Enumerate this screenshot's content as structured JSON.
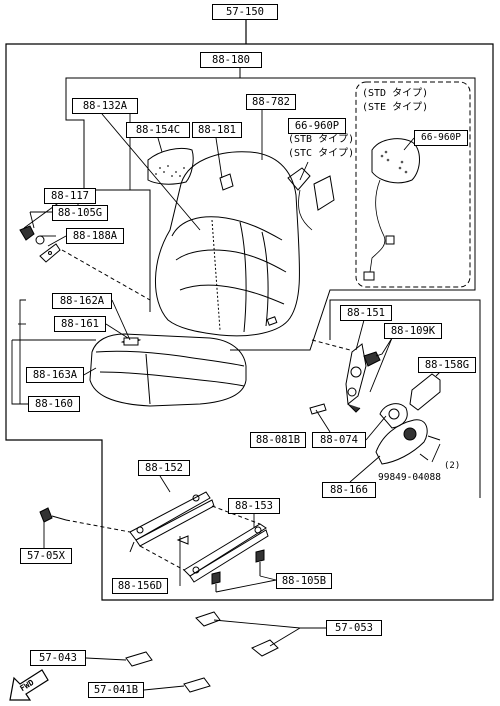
{
  "labels": {
    "p57_150": "57-150",
    "p88_180": "88-180",
    "p88_132A": "88-132A",
    "p88_154C": "88-154C",
    "p88_181": "88-181",
    "p88_782": "88-782",
    "p66_960P_a": "66-960P",
    "p66_960P_b": "66-960P",
    "p88_117": "88-117",
    "p88_105G": "88-105G",
    "p88_188A": "88-188A",
    "p88_162A": "88-162A",
    "p88_161": "88-161",
    "p88_163A": "88-163A",
    "p88_160": "88-160",
    "p88_151": "88-151",
    "p88_109K": "88-109K",
    "p88_158G": "88-158G",
    "p88_081B": "88-081B",
    "p88_074": "88-074",
    "p88_166": "88-166",
    "p88_152": "88-152",
    "p88_153": "88-153",
    "p57_05X": "57-05X",
    "p88_156D": "88-156D",
    "p88_105B": "88-105B",
    "p57_053": "57-053",
    "p57_043": "57-043",
    "p57_041B": "57-041B"
  },
  "notes": {
    "stb_line1": "(STB タイプ)",
    "stb_line2": "(STC タイプ)",
    "std_line1": "(STD タイプ)",
    "std_line2": "(STE タイプ)",
    "bolt_part": "99849-04088",
    "bolt_qty": "(2)",
    "fwd": "FWD"
  }
}
